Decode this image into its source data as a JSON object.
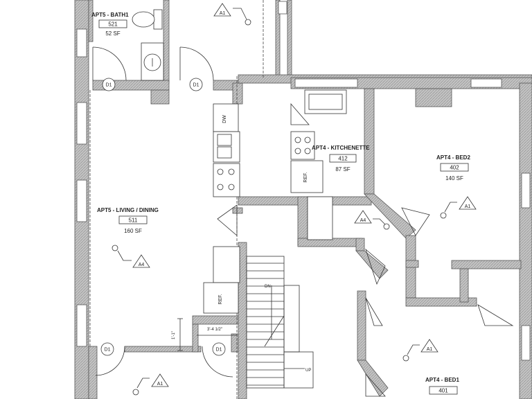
{
  "rooms": {
    "bath": {
      "name": "APT5 - BATH1",
      "number": "521",
      "area": "52 SF"
    },
    "living": {
      "name": "APT5 - LIVING / DINING",
      "number": "511",
      "area": "160 SF"
    },
    "kitchenette": {
      "name": "APT4 - KITCHENETTE",
      "number": "412",
      "area": "87 SF"
    },
    "bed2": {
      "name": "APT4 - BED2",
      "number": "402",
      "area": "140 SF"
    },
    "bed1": {
      "name": "APT4 - BED1",
      "number": "401",
      "area": ""
    }
  },
  "doors": [
    "D1",
    "D1",
    "D1",
    "D1"
  ],
  "tags": [
    "A1",
    "A4",
    "A1",
    "A4",
    "A1",
    "A1"
  ],
  "appliances": {
    "dishwasher": "DW",
    "fridge": "REF.",
    "fridge2": "REF."
  },
  "stair": {
    "down": "DN",
    "up": "UP"
  },
  "dimensions": {
    "height": "1'-1\"",
    "width": "3'-4 1/2\""
  },
  "colors": {
    "wall_fill": "#b8b8b8",
    "line": "#333333",
    "background": "#ffffff"
  }
}
